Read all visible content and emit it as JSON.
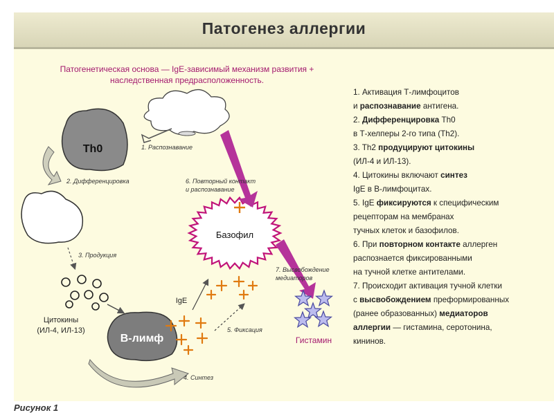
{
  "title": "Патогенез аллергии",
  "subtitle": {
    "line1": "Патогенетическая основа — IgE-зависимый механизм развития +",
    "line2": "наследственная предрасположенность."
  },
  "cells": {
    "th0": "Th0",
    "bcell": "В-лимф",
    "basophil": "Базофил"
  },
  "labels": {
    "recognition": "1. Распознавание",
    "differentiation": "2. Дифференцировка",
    "production": "3. Продукция",
    "synthesis": "4. Синтез",
    "fixation": "5. Фиксация",
    "repeat_line1": "6. Повторный контакт",
    "repeat_line2": "и распознавание",
    "release_line1": "7. Высвобождение",
    "release_line2": "медиаторов",
    "ige": "IgE",
    "cytokines_line1": "Цитокины",
    "cytokines_line2": "(ИЛ-4, ИЛ-13)",
    "histamine": "Гистамин"
  },
  "steps": [
    [
      {
        "t": "1. Активация Т-лимфоцитов",
        "b": false
      }
    ],
    [
      {
        "t": "и ",
        "b": false
      },
      {
        "t": "распознавание",
        "b": true
      },
      {
        "t": " антигена.",
        "b": false
      }
    ],
    [
      {
        "t": "2. ",
        "b": false
      },
      {
        "t": "Дифференцировка",
        "b": true
      },
      {
        "t": " Th0",
        "b": false
      }
    ],
    [
      {
        "t": "в Т-хелперы 2-го типа (Th2).",
        "b": false
      }
    ],
    [
      {
        "t": "3. Th2 ",
        "b": false
      },
      {
        "t": "продуцируют цитокины",
        "b": true
      }
    ],
    [
      {
        "t": "(ИЛ-4 и ИЛ-13).",
        "b": false
      }
    ],
    [
      {
        "t": "4. Цитокины включают ",
        "b": false
      },
      {
        "t": "синтез",
        "b": true
      }
    ],
    [
      {
        "t": "IgE в В-лимфоцитах.",
        "b": false
      }
    ],
    [
      {
        "t": "5. IgE ",
        "b": false
      },
      {
        "t": "фиксируются",
        "b": true
      },
      {
        "t": " к специфическим",
        "b": false
      }
    ],
    [
      {
        "t": "рецепторам на мембранах",
        "b": false
      }
    ],
    [
      {
        "t": "тучных клеток и базофилов.",
        "b": false
      }
    ],
    [
      {
        "t": "6. При ",
        "b": false
      },
      {
        "t": "повторном контакте",
        "b": true
      },
      {
        "t": " аллерген",
        "b": false
      }
    ],
    [
      {
        "t": "распознается фиксированными",
        "b": false
      }
    ],
    [
      {
        "t": "на тучной клетке антителами.",
        "b": false
      }
    ],
    [
      {
        "t": "7. Происходит активация тучной клетки",
        "b": false
      }
    ],
    [
      {
        "t": "с ",
        "b": false
      },
      {
        "t": "высвобождением",
        "b": true
      },
      {
        "t": " преформированных",
        "b": false
      }
    ],
    [
      {
        "t": "(ранее образованных) ",
        "b": false
      },
      {
        "t": "медиаторов",
        "b": true
      }
    ],
    [
      {
        "t": "аллергии",
        "b": true
      },
      {
        "t": " — гистамина, серотонина,",
        "b": false
      }
    ],
    [
      {
        "t": "кининов.",
        "b": false
      }
    ]
  ],
  "caption": "Рисунок 1",
  "colors": {
    "background": "#fdfbe0",
    "accent": "#a3196e",
    "arrow_magenta": "#b5339a",
    "cell_gray": "#8a8a8a",
    "ige_orange": "#e07a10",
    "star_fill": "#bcbcee",
    "star_stroke": "#4a4aa0"
  }
}
